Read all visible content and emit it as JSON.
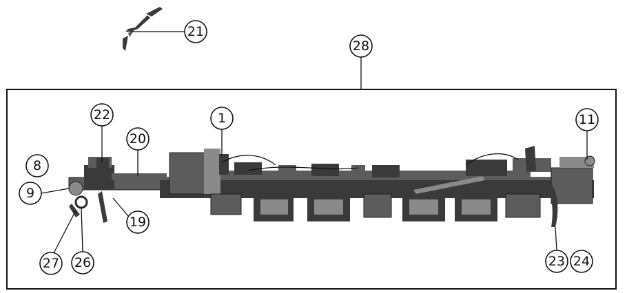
{
  "callouts": [
    {
      "id": "c21",
      "label": "21"
    },
    {
      "id": "c28",
      "label": "28"
    },
    {
      "id": "c22",
      "label": "22"
    },
    {
      "id": "c1",
      "label": "1"
    },
    {
      "id": "c20",
      "label": "20"
    },
    {
      "id": "c11",
      "label": "11"
    },
    {
      "id": "c8",
      "label": "8"
    },
    {
      "id": "c9",
      "label": "9"
    },
    {
      "id": "c19",
      "label": "19"
    },
    {
      "id": "c27",
      "label": "27"
    },
    {
      "id": "c26",
      "label": "26"
    },
    {
      "id": "c23",
      "label": "23"
    },
    {
      "id": "c24",
      "label": "24"
    }
  ]
}
